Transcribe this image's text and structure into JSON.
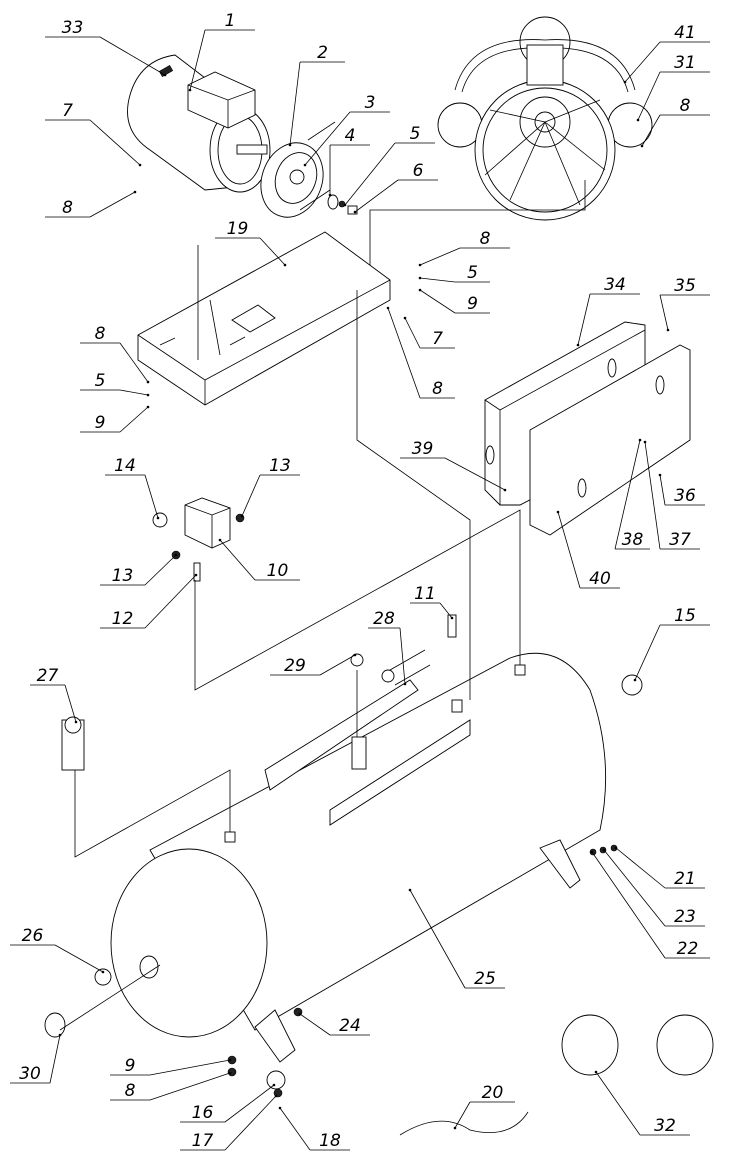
{
  "diagram": {
    "type": "exploded-parts-view",
    "callouts": [
      "33",
      "1",
      "2",
      "3",
      "4",
      "5",
      "6",
      "7",
      "8",
      "19",
      "8",
      "5",
      "9",
      "7",
      "8",
      "8",
      "5",
      "9",
      "41",
      "31",
      "8",
      "34",
      "35",
      "39",
      "36",
      "38",
      "37",
      "40",
      "14",
      "13",
      "13",
      "10",
      "12",
      "11",
      "28",
      "29",
      "27",
      "15",
      "21",
      "23",
      "22",
      "25",
      "26",
      "30",
      "24",
      "9",
      "8",
      "16",
      "17",
      "18",
      "20",
      "32"
    ]
  }
}
